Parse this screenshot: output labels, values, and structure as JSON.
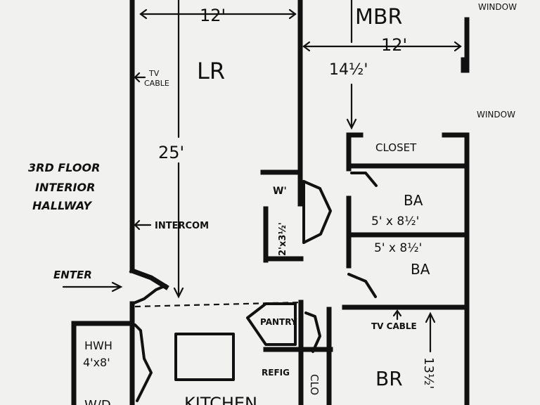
{
  "labels": {
    "window_top": "WINDOW",
    "window_mid": "WINDOW",
    "mbr": "MBR",
    "lr": "LR",
    "lr_width": "12'",
    "mbr_width": "12'",
    "mbr_depth": "14½'",
    "lr_length": "25'",
    "tv_cable_lr_1": "TV",
    "tv_cable_lr_2": "CABLE",
    "closet": "CLOSET",
    "ba1": "BA",
    "ba1_size": "5' x 8½'",
    "ba2_size": "5' x 8½'",
    "ba2": "BA",
    "floor_1": "3RD FLOOR",
    "floor_2": "INTERIOR",
    "floor_3": "HALLWAY",
    "w_closet": "W'",
    "small_closet_size": "2'x3½'",
    "intercom": "INTERCOM",
    "enter": "ENTER",
    "pantry": "PANTRY",
    "tv_cable_br": "TV CABLE",
    "hwh_1": "HWH",
    "hwh_2": "4'x8'",
    "refig": "REFIG",
    "clo": "CLO",
    "br": "BR",
    "br_depth": "13½'",
    "kitchen": "KITCHEN",
    "wd": "W/D"
  }
}
